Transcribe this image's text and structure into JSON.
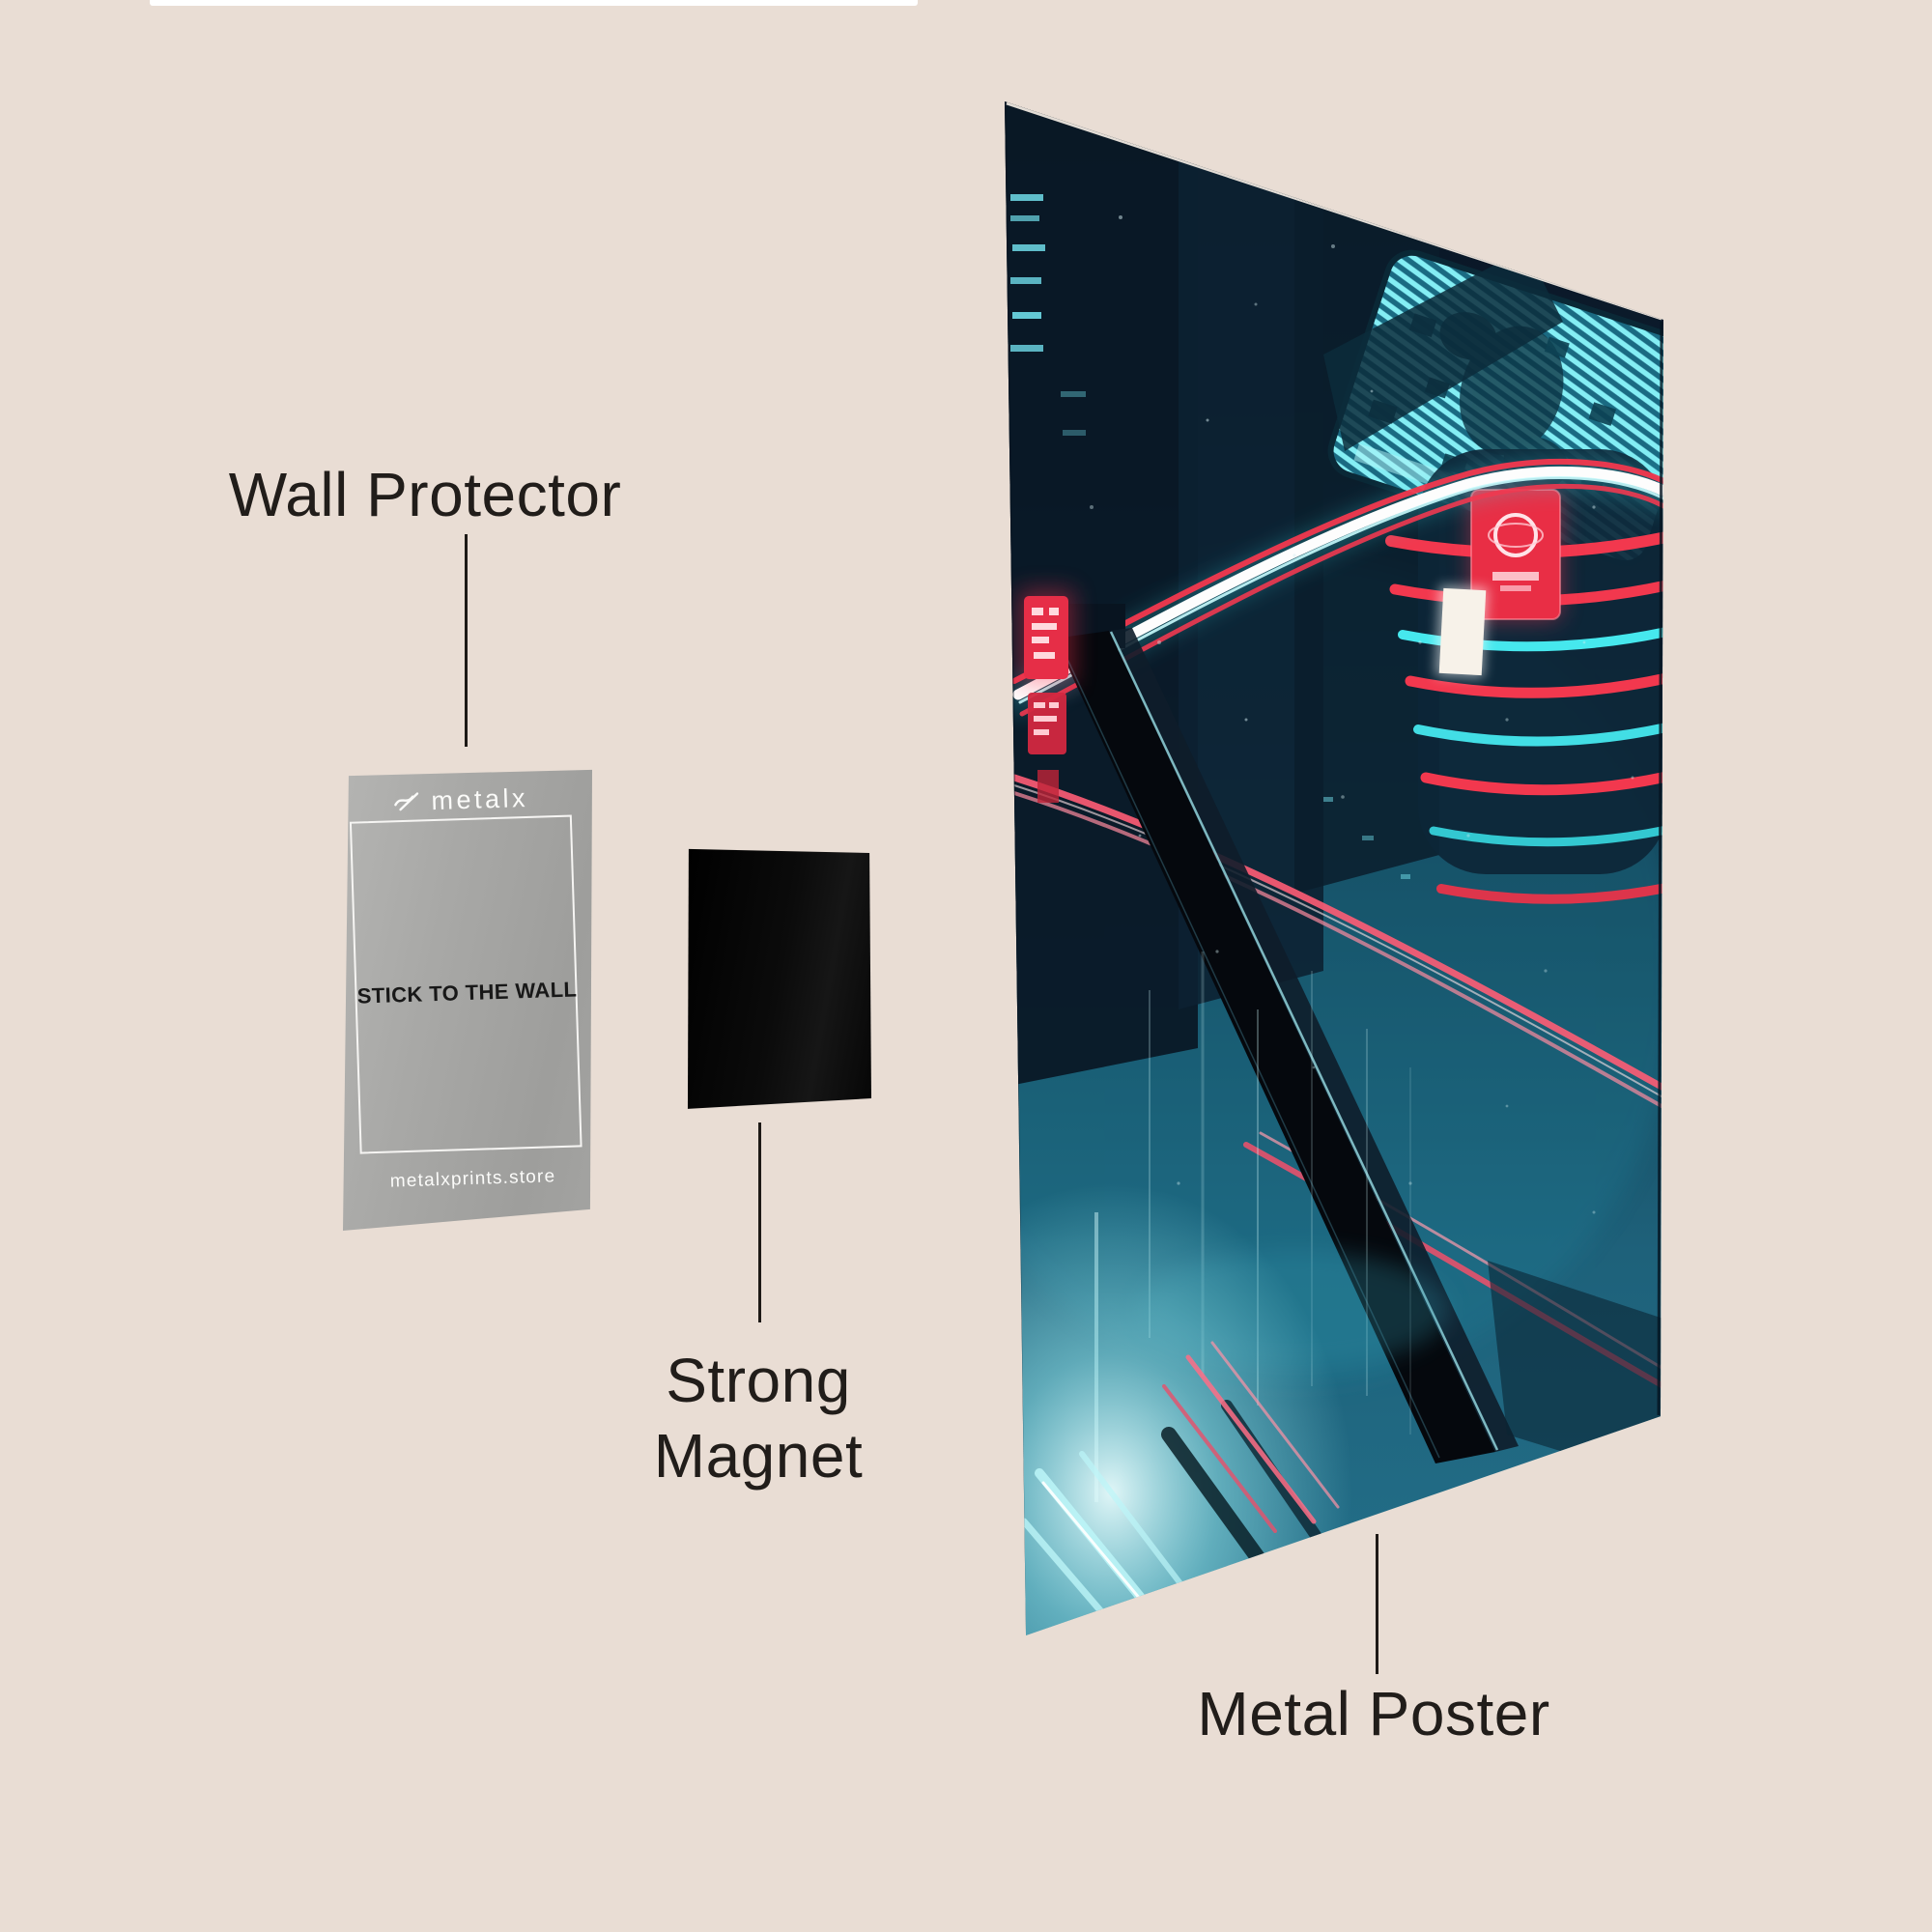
{
  "page": {
    "background_color": "#e9ddd4",
    "label_color": "#211d1a",
    "top_strip_color": "#ffffff"
  },
  "labels": {
    "wall_protector": "Wall Protector",
    "strong_line1": "Strong",
    "strong_line2": "Magnet",
    "metal_poster": "Metal Poster"
  },
  "wall_protector_card": {
    "brand": "metalx",
    "message": "STICK TO THE WALL",
    "website": "metalxprints.store",
    "card_color": "#a8a8a6",
    "frame_color": "#f6f5f3"
  },
  "magnet": {
    "color": "#070707"
  },
  "metal_poster": {
    "artwork": "cyberpunk city at night, aerial view",
    "colors": {
      "navy": "#0c1f30",
      "cyan": "#5fe6ee",
      "red": "#f2384e",
      "pink": "#ff6e85",
      "glow": "#ddf9f9"
    }
  },
  "icons": {
    "metalx_logo": "crossed-stroke x-mark"
  }
}
